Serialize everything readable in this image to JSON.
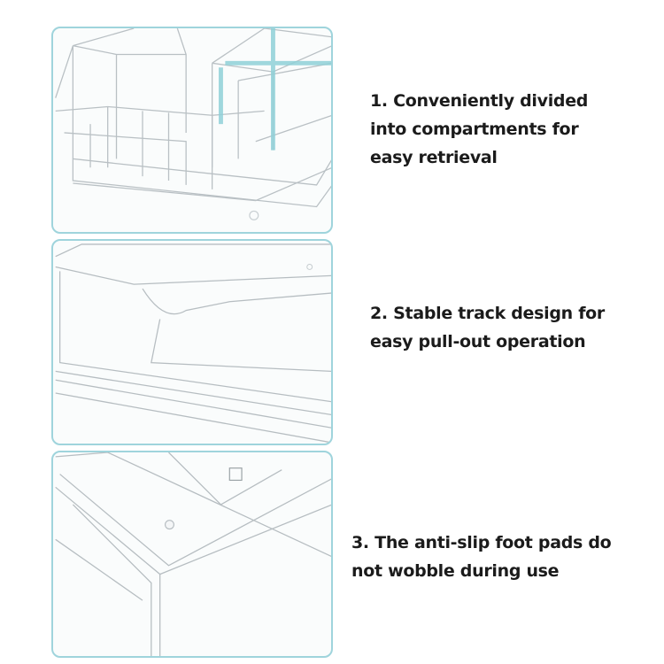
{
  "features": [
    {
      "lines": [
        "1. Conveniently divided",
        "into compartments for",
        "easy retrieval"
      ]
    },
    {
      "lines": [
        "2. Stable track design for",
        "easy pull-out operation"
      ]
    },
    {
      "lines": [
        "3. The anti-slip foot pads do",
        "not wobble during use"
      ]
    }
  ],
  "colors": {
    "frame": "#9fd4dc",
    "highlight": "#8fd0d8",
    "text": "#1b1b1b"
  }
}
